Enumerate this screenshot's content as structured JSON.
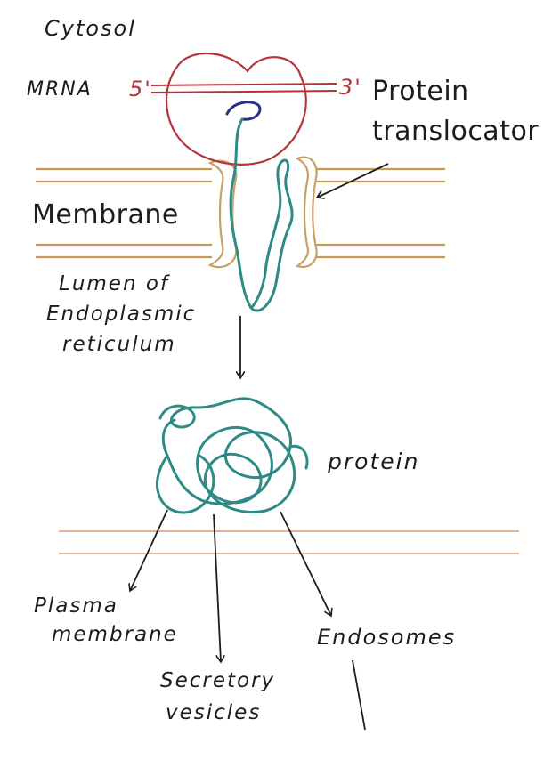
{
  "labels": {
    "cytosol": "Cytosol",
    "mrna": "MRNA",
    "five_prime": "5'",
    "three_prime": "3'",
    "protein_translocator_line1": "Protein",
    "protein_translocator_line2": "translocator",
    "membrane": "Membrane",
    "lumen_line1": "Lumen of",
    "lumen_line2": "Endoplasmic",
    "lumen_line3": "reticulum",
    "protein": "protein",
    "plasma_line1": "Plasma",
    "plasma_line2": "membrane",
    "secretory_line1": "Secretory",
    "secretory_line2": "vesicles",
    "endosomes": "Endosomes"
  },
  "colors": {
    "ribosome": "#b5343c",
    "mrna": "#b5343c",
    "membrane": "#c89a55",
    "translocator": "#c7a067",
    "protein_chain": "#2e8a85",
    "protein_chain_end": "#2c2f86",
    "guide_lines": "#c26a2e",
    "ink": "#1c1c1c"
  }
}
